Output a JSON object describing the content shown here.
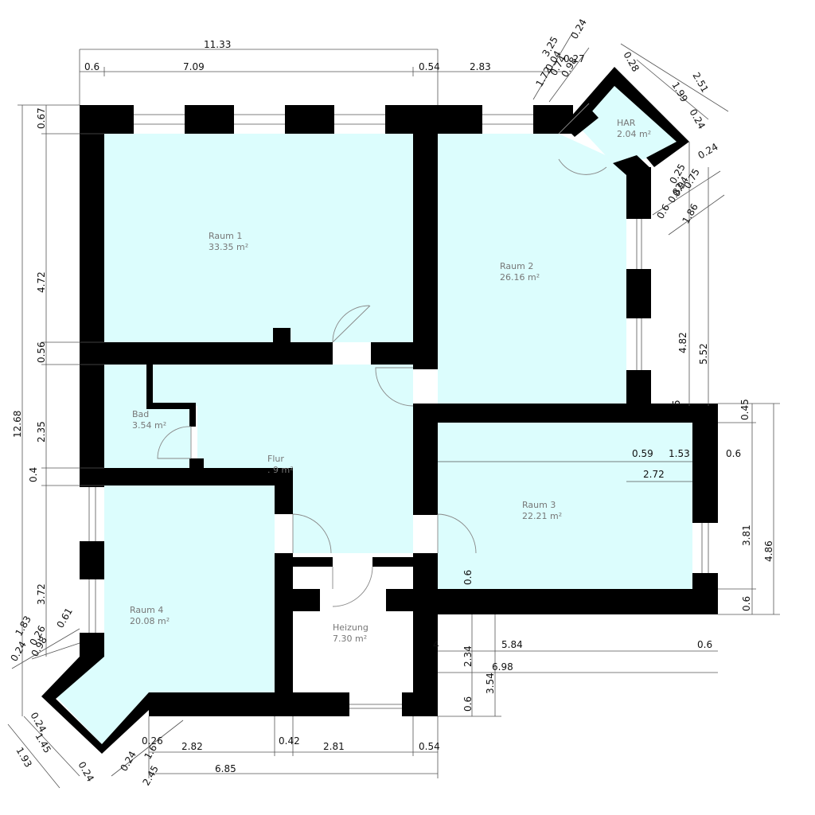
{
  "rooms": {
    "raum1": {
      "name": "Raum 1",
      "area": "33.35 m²"
    },
    "raum2": {
      "name": "Raum 2",
      "area": "26.16 m²"
    },
    "har": {
      "name": "HAR",
      "area": "2.04 m²"
    },
    "bad": {
      "name": "Bad",
      "area": "3.54 m²"
    },
    "flur": {
      "name": "Flur",
      "area": "  .  9 m²"
    },
    "raum3": {
      "name": "Raum 3",
      "area": "22.21 m²"
    },
    "raum4": {
      "name": "Raum 4",
      "area": "20.08 m²"
    },
    "heizung": {
      "name": "Heizung",
      "area": "7.30 m²"
    }
  },
  "dimensions": {
    "top": [
      "11.33",
      "0.6",
      "7.09",
      "0.54",
      "2.83",
      "3.25",
      "0.24",
      "0.28",
      "0.27",
      "1.72",
      "0.98",
      "0.74",
      "0.04"
    ],
    "left": [
      "12.68",
      "0.67",
      "4.72",
      "0.56",
      "2.35",
      "0.4",
      "3.72",
      "1.83",
      "0.61",
      "0.26",
      "0.24",
      "0.98"
    ],
    "right_har": [
      "2.51",
      "1.99",
      "0.24",
      "0.24",
      "0.25",
      "0.75",
      "0.6",
      "0.82",
      "0.94",
      "1.86"
    ],
    "right": [
      "4.82",
      "5.52",
      "5",
      "0.45",
      "0.6",
      "3.81",
      "4.86",
      "0.6",
      "0.59",
      "1.53",
      "2.72"
    ],
    "middle": [
      "0.6",
      "5.84",
      "0.6",
      "6.98",
      "2.34",
      "3.54",
      "0.6",
      "4"
    ],
    "bottom": [
      "0.26",
      "1.6",
      "2.82",
      "0.42",
      "2.81",
      "0.54",
      "0.24",
      "2.45",
      "6.85",
      "0.24",
      "1.45",
      "1.93",
      "0.24"
    ]
  }
}
